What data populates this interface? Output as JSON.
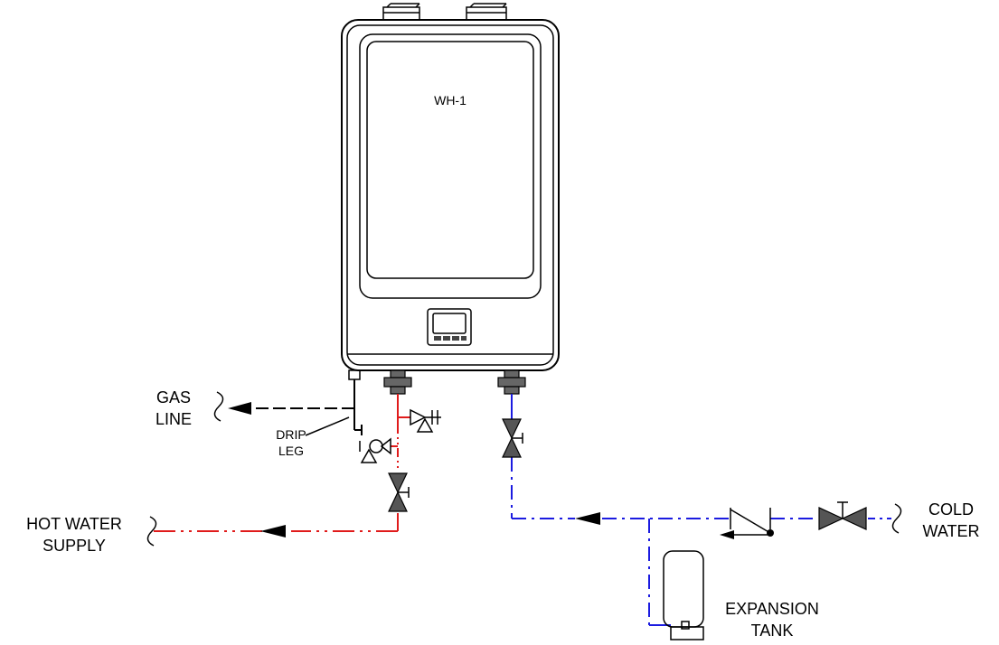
{
  "heater": {
    "tag": "WH-1"
  },
  "labels": {
    "gas_line": [
      "GAS",
      "LINE"
    ],
    "drip_leg": [
      "DRIP",
      "LEG"
    ],
    "hot_water_supply": [
      "HOT WATER",
      "SUPPLY"
    ],
    "cold_water": [
      "COLD",
      "WATER"
    ],
    "expansion_tank": [
      "EXPANSION",
      "TANK"
    ]
  },
  "colors": {
    "hot_water": "#e01b1b",
    "cold_water": "#1b1be0",
    "gas": "#000000"
  }
}
